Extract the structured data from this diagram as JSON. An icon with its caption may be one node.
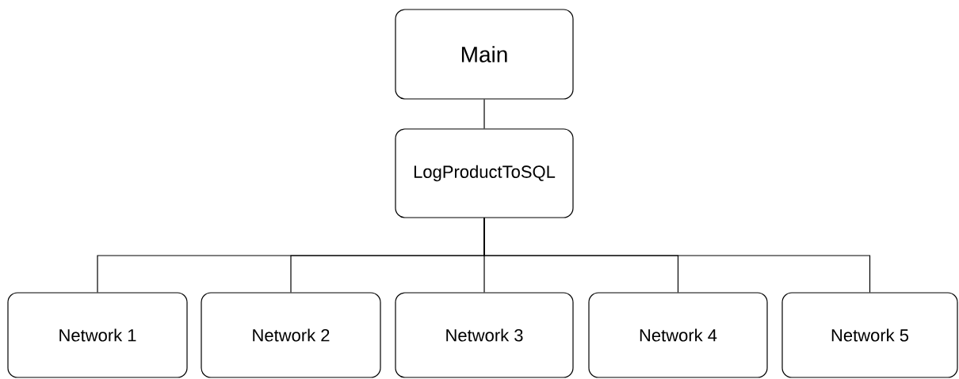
{
  "diagram": {
    "nodes": [
      {
        "text": [
          "Main"
        ]
      },
      {
        "text": [
          "LogProductToSQL"
        ]
      },
      {
        "text": [
          "Network 1"
        ]
      },
      {
        "text": [
          "Network 2"
        ]
      },
      {
        "text": [
          "Network 3"
        ]
      },
      {
        "text": [
          "Network 4"
        ]
      },
      {
        "text": [
          "Network 5"
        ]
      }
    ],
    "edges": [
      {
        "from": 0,
        "to": 1,
        "arrow": "none"
      },
      {
        "from": 1,
        "to": 2,
        "arrow": "none"
      },
      {
        "from": 1,
        "to": 3,
        "arrow": "none"
      },
      {
        "from": 1,
        "to": 4,
        "arrow": "none"
      },
      {
        "from": 1,
        "to": 5,
        "arrow": "none"
      },
      {
        "from": 1,
        "to": 6,
        "arrow": "none"
      }
    ]
  }
}
